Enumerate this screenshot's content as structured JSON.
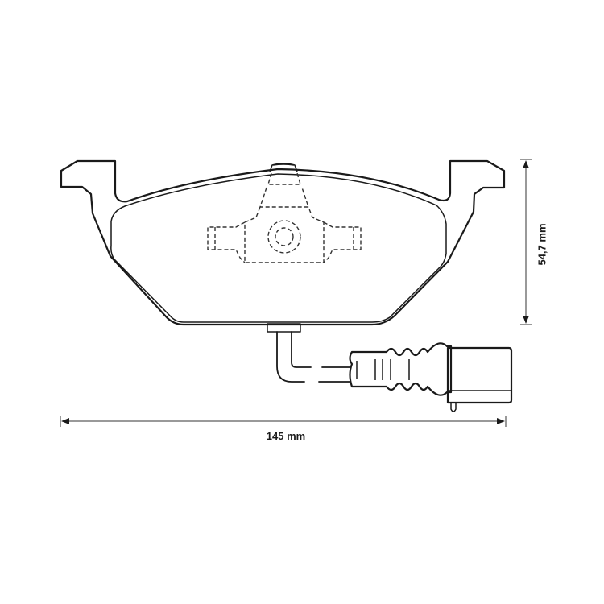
{
  "diagram": {
    "subject": "brake pad with wear sensor",
    "dimensions": {
      "width_label": "145 mm",
      "height_label": "54,7 mm"
    },
    "colors": {
      "line": "#1a1a1a",
      "background": "#ffffff"
    }
  }
}
